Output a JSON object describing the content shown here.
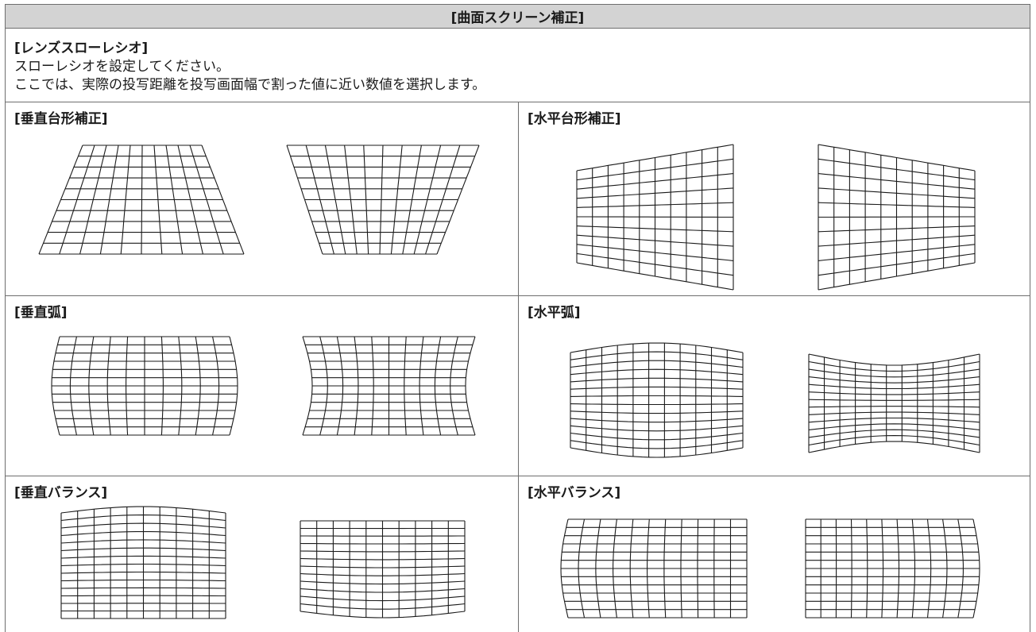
{
  "header": {
    "title": "[曲面スクリーン補正]"
  },
  "lens": {
    "title": "[レンズスローレシオ]",
    "line1": "スローレシオを設定してください。",
    "line2": "ここでは、実際の投写距離を投写画面幅で割った値に近い数値を選択します。"
  },
  "sections": {
    "vkey": "[垂直台形補正]",
    "hkey": "[水平台形補正]",
    "varc": "[垂直弧]",
    "harc": "[水平弧]",
    "vbal": "[垂直バランス]",
    "hbal": "[水平バランス]"
  }
}
